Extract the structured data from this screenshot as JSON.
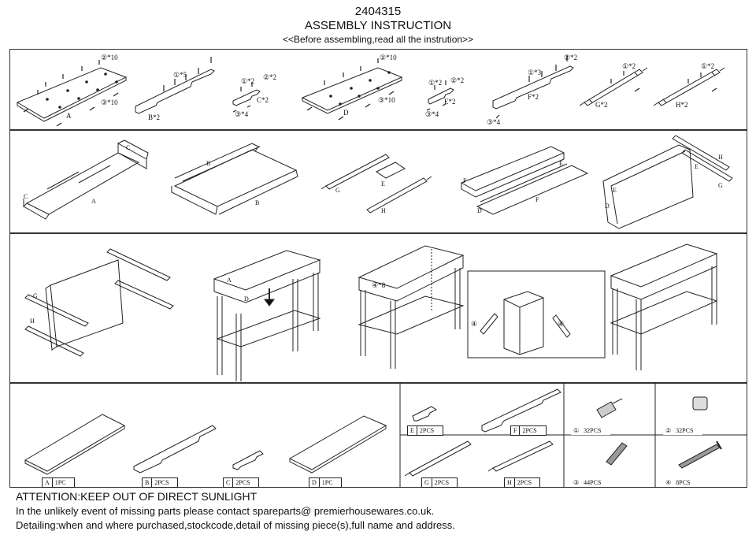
{
  "header": {
    "code": "2404315",
    "title": "ASSEMBLY INSTRUCTION",
    "subtitle": "<<Before assembling,read all the instrution>>"
  },
  "row1": {
    "s1": {
      "part": "A",
      "screw_top": "②*10",
      "screw_bot": "③*10"
    },
    "s2": {
      "part": "B*2",
      "screw": "①*5"
    },
    "s3": {
      "part": "C*2",
      "s_a": "①*2",
      "s_b": "②*2",
      "s_c": "③*4"
    },
    "s4": {
      "part": "D",
      "screw_top": "②*10",
      "screw_bot": "③*10"
    },
    "s5": {
      "part": "E*2",
      "s_a": "①*2",
      "s_b": "②*2",
      "s_c": "③*4"
    },
    "s6": {
      "part": "F*2",
      "s_a": "①*3",
      "s_b": "②*2",
      "s_c": "③*4"
    },
    "s7": {
      "part": "G*2",
      "s_a": "①*2"
    },
    "s8": {
      "part": "H*2",
      "s_a": "①*2"
    }
  },
  "row2": {
    "s9": {
      "a": "A",
      "c1": "C",
      "c2": "C"
    },
    "s10": {
      "b1": "B",
      "b2": "B"
    },
    "s11": {
      "g": "G",
      "e": "E",
      "h": "H"
    },
    "s12": {
      "f1": "F",
      "f2": "F",
      "e": "E",
      "d": "D"
    },
    "s13": {
      "e1": "E",
      "e2": "E",
      "h": "H",
      "g": "G",
      "d": "D"
    }
  },
  "row3": {
    "s14": {
      "g": "G",
      "h": "H"
    },
    "s15": {
      "a": "A",
      "d": "D"
    },
    "s16": {
      "screw": "④*8"
    },
    "s17": {
      "s1": "④",
      "s2": "④"
    }
  },
  "parts": {
    "A": {
      "k": "A",
      "q": "1PC"
    },
    "B": {
      "k": "B",
      "q": "2PCS"
    },
    "C": {
      "k": "C",
      "q": "2PCS"
    },
    "D": {
      "k": "D",
      "q": "1PC"
    },
    "E": {
      "k": "E",
      "q": "2PCS"
    },
    "F": {
      "k": "F",
      "q": "2PCS"
    },
    "G": {
      "k": "G",
      "q": "2PCS"
    },
    "H": {
      "k": "H",
      "q": "2PCS"
    },
    "h1": {
      "k": "①",
      "q": "32PCS"
    },
    "h2": {
      "k": "②",
      "q": "32PCS"
    },
    "h3": {
      "k": "③",
      "q": "44PCS"
    },
    "h4": {
      "k": "④",
      "q": "8PCS"
    }
  },
  "footer": {
    "attention": "ATTENTION:KEEP OUT OF DIRECT SUNLIGHT",
    "line1": "In the unlikely event of missing parts please contact spareparts@ premierhousewares.co.uk.",
    "line2": "Detailing:when and where purchased,stockcode,detail of missing piece(s),full name and address."
  }
}
